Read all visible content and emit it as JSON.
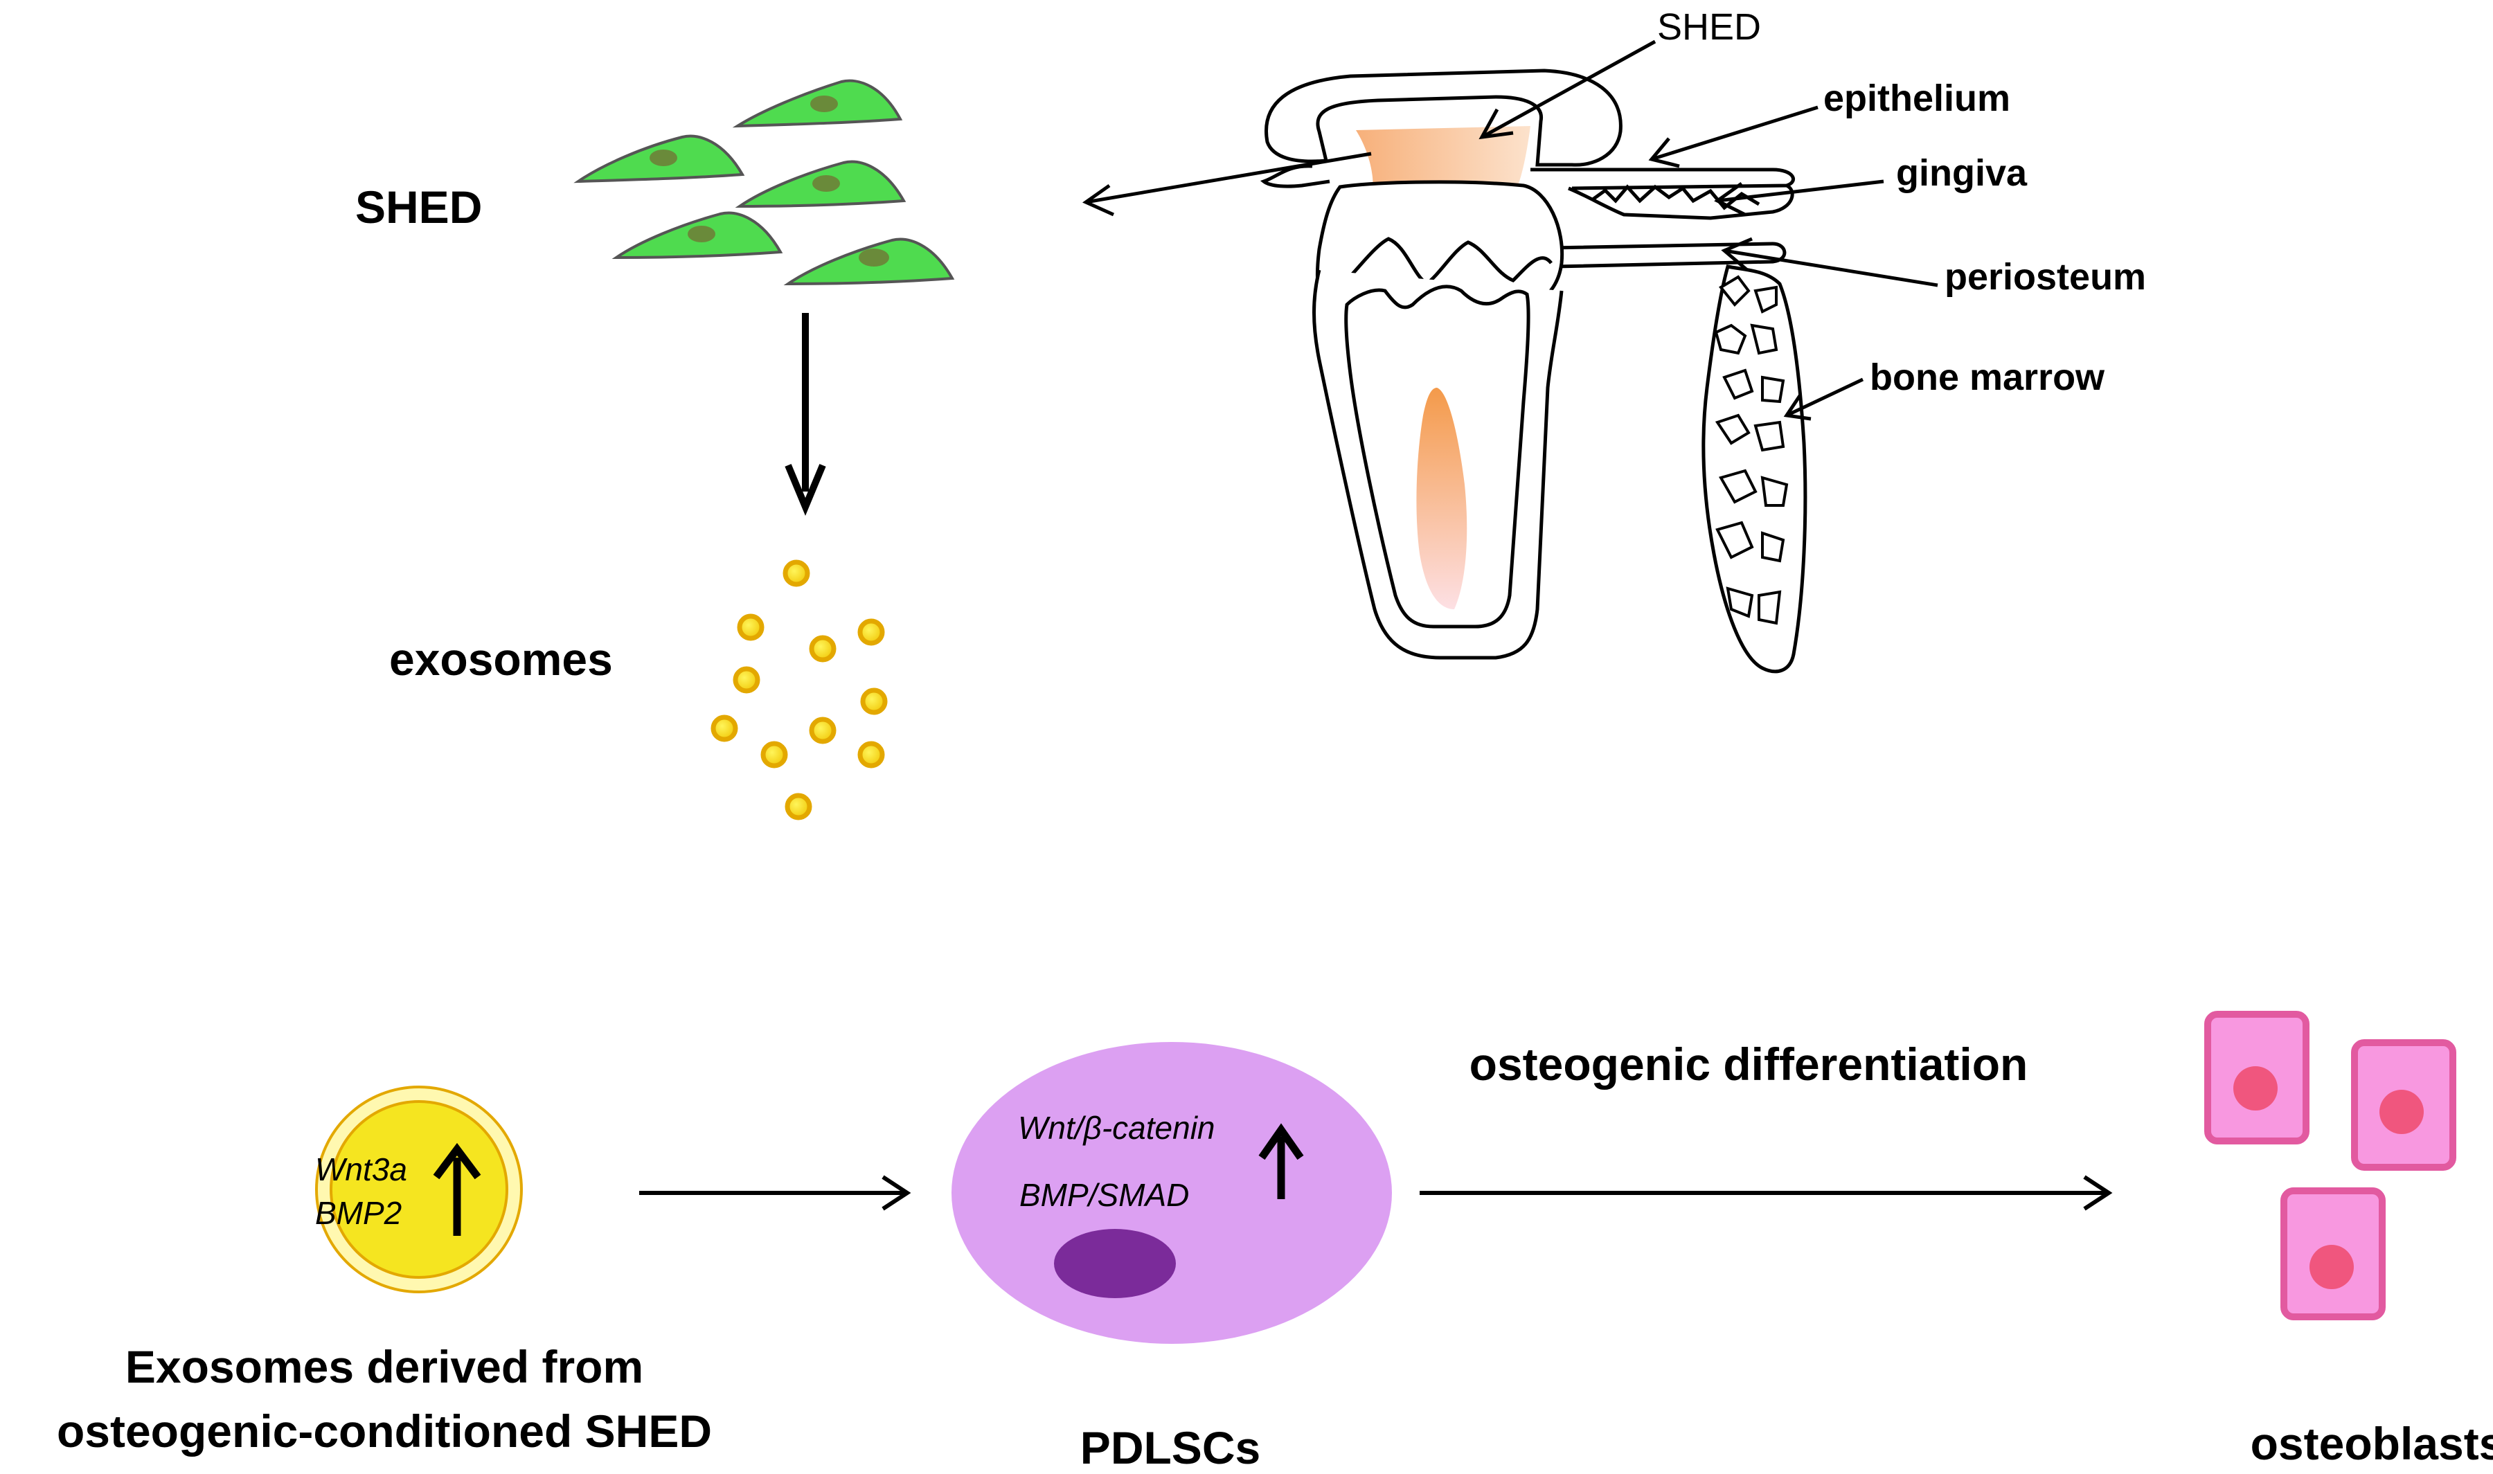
{
  "labels": {
    "shed_cells": "SHED",
    "exosomes": "exosomes",
    "tooth_shed": "SHED",
    "epithelium": "epithelium",
    "gingiva": "gingiva",
    "periosteum": "periosteum",
    "bone_marrow": "bone marrow",
    "osteogenic_differentiation": "osteogenic differentiation",
    "exosome_genes_line1": "Wnt3a",
    "exosome_genes_line2": "BMP2",
    "pdlsc_pathway_1": "Wnt/β-catenin",
    "pdlsc_pathway_2": "BMP/SMAD",
    "exosomes_derived_line1": "Exosomes derived from",
    "exosomes_derived_line2": "osteogenic-conditioned SHED",
    "pdlscs": "PDLSCs",
    "osteoblasts": "osteoblasts"
  },
  "colors": {
    "cell_green": "#4fdb4f",
    "cell_nucleus": "#6a8a3a",
    "exosome_yellow": "#f5e520",
    "exosome_rim": "#e3a800",
    "pdlsc_body": "#dca0f2",
    "pdlsc_nucleus": "#7b2b9a",
    "osteoblast_fill": "#f898e0",
    "osteoblast_border": "#e25aa0",
    "osteoblast_nucleus": "#f0567e",
    "pulp_orange": "#f4a55e"
  }
}
